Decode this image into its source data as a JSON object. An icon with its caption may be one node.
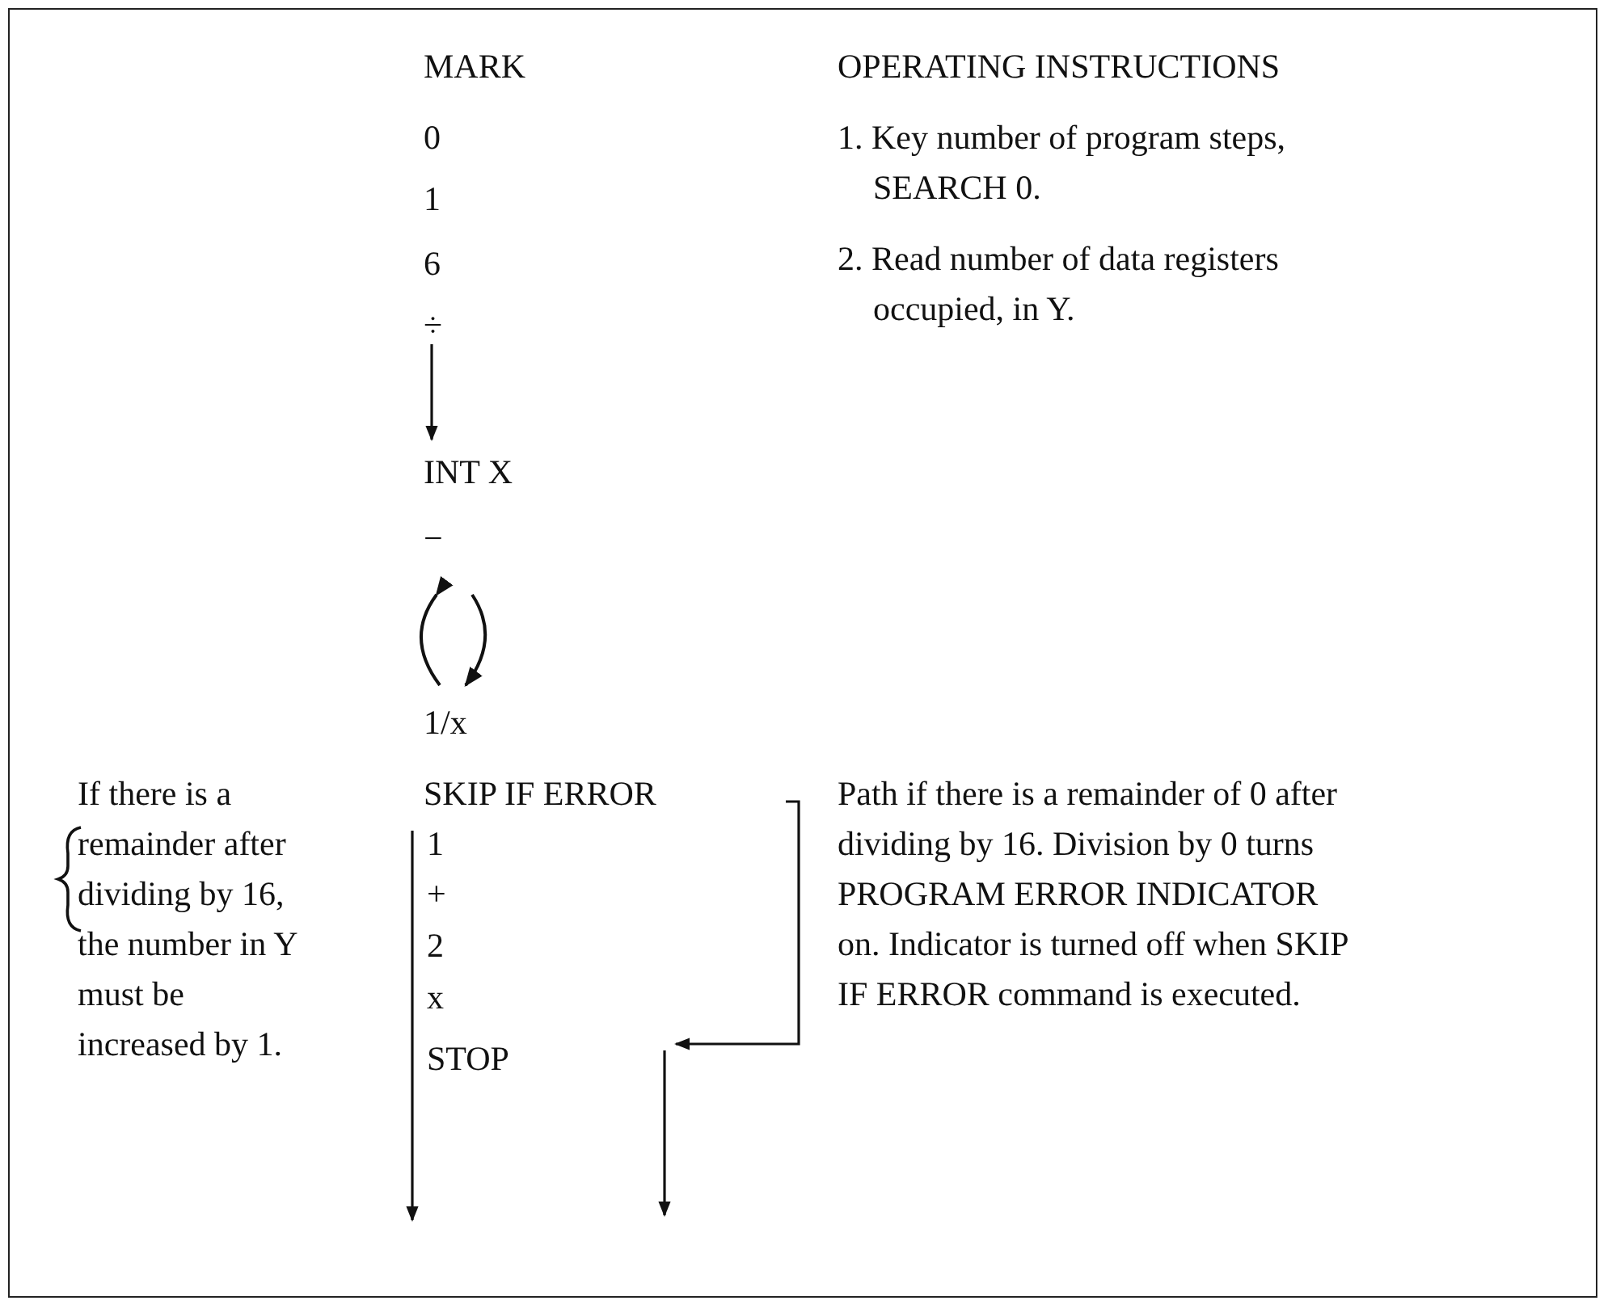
{
  "diagram": {
    "labels": [
      "MARK",
      "OPERATING INSTRUCTIONS",
      "0",
      "1. Key number of program steps, SEARCH 0.",
      "1",
      "2. Read number of data registers occupied, in Y.",
      "6",
      "÷",
      "INT X",
      "−",
      "1/x",
      "If there is a remainder after dividing by 16, the number in Y must be increased by 1.",
      "SKIP IF ERROR",
      "Path if there is a remainder of 0 after dividing by 16. Division by 0 turns PROGRAM ERROR INDICATOR on. Indicator is turned off when SKIP IF ERROR command is executed.",
      "1",
      "+",
      "2",
      "x",
      "STOP"
    ]
  }
}
